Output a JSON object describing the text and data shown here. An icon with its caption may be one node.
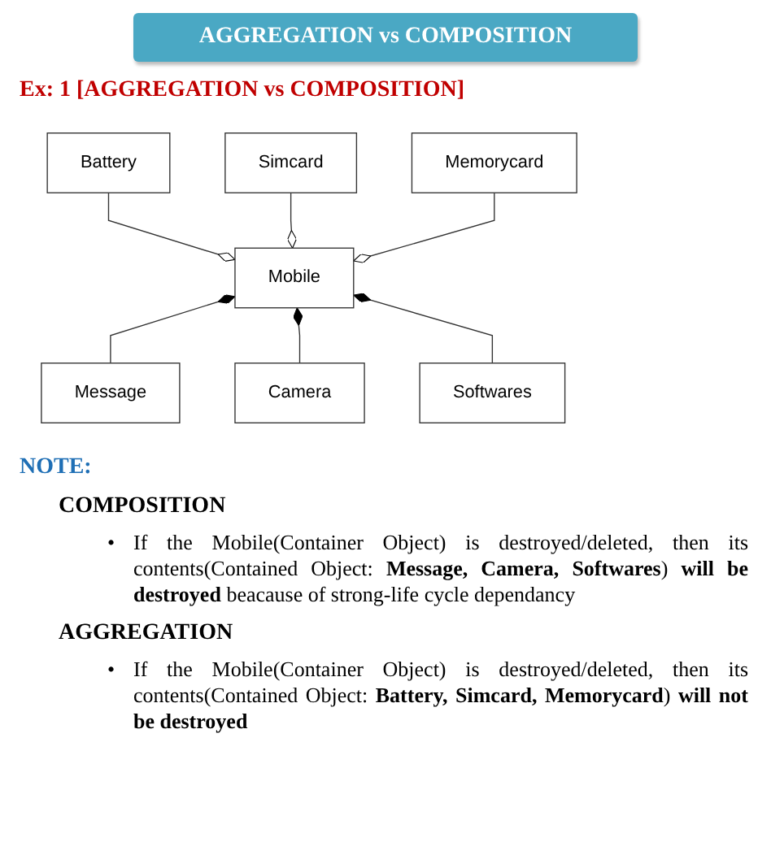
{
  "diagram": {
    "title": "AGGREGATION vs COMPOSITION",
    "nodes": [
      {
        "text": [
          "Battery"
        ]
      },
      {
        "text": [
          "Simcard"
        ]
      },
      {
        "text": [
          "Memorycard"
        ]
      },
      {
        "text": [
          "Mobile"
        ]
      },
      {
        "text": [
          "Message"
        ]
      },
      {
        "text": [
          "Camera"
        ]
      },
      {
        "text": [
          "Softwares"
        ]
      }
    ],
    "edges": [
      {
        "from": 0,
        "to": 3,
        "arrow": "other"
      },
      {
        "from": 1,
        "to": 3,
        "arrow": "other"
      },
      {
        "from": 2,
        "to": 3,
        "arrow": "other"
      },
      {
        "from": 3,
        "to": 4,
        "arrow": "other"
      },
      {
        "from": 3,
        "to": 5,
        "arrow": "other"
      },
      {
        "from": 3,
        "to": 6,
        "arrow": "other"
      }
    ],
    "labels": [
      "Ex: 1 [AGGREGATION vs COMPOSITION]",
      "NOTE:",
      "COMPOSITION",
      "•",
      "If the Mobile(Container Object) is destroyed/deleted, then its contents(Contained Object: **Message, Camera, Softwares**) **will be destroyed** beacause of strong-life cycle dependancy",
      "AGGREGATION",
      "•",
      "If the Mobile(Container Object) is destroyed/deleted, then its contents(Contained Object: **Battery, Simcard, Memorycard**) **will not be destroyed**"
    ]
  }
}
